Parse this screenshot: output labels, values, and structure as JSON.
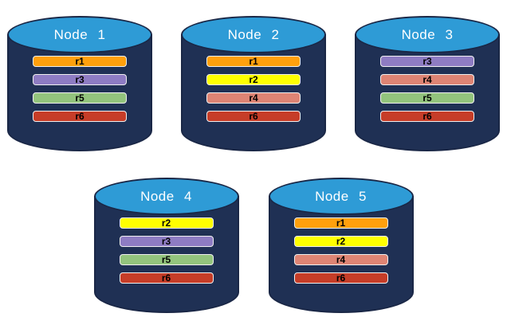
{
  "diagram": {
    "type": "database-replication-diagram",
    "background": "#FFFFFF",
    "rows": [
      [
        "Node 1",
        "Node 2",
        "Node 3"
      ],
      [
        "Node 4",
        "Node 5"
      ]
    ]
  },
  "colors": {
    "page_background": "#FFFFFF",
    "cylinder_body": "#1F3054",
    "cylinder_outline": "#1A2746",
    "cylinder_top": "#2E9BD6",
    "title_text": "#FFFFFF",
    "bar_text": "#000000",
    "bar_border": "#F0F0F0",
    "replicas": {
      "r1": "#FFA00D",
      "r2": "#FFFF00",
      "r3": "#8E7CC3",
      "r4": "#DE8474",
      "r5": "#93C47D",
      "r6": "#C63D28"
    }
  },
  "nodes": [
    {
      "title": "Node 1",
      "row": 1,
      "replicas": [
        "r1",
        "r3",
        "r5",
        "r6"
      ]
    },
    {
      "title": "Node 2",
      "row": 1,
      "replicas": [
        "r1",
        "r2",
        "r4",
        "r6"
      ]
    },
    {
      "title": "Node 3",
      "row": 1,
      "replicas": [
        "r3",
        "r4",
        "r5",
        "r6"
      ]
    },
    {
      "title": "Node 4",
      "row": 2,
      "replicas": [
        "r2",
        "r3",
        "r5",
        "r6"
      ]
    },
    {
      "title": "Node 5",
      "row": 2,
      "replicas": [
        "r1",
        "r2",
        "r4",
        "r6"
      ]
    }
  ]
}
